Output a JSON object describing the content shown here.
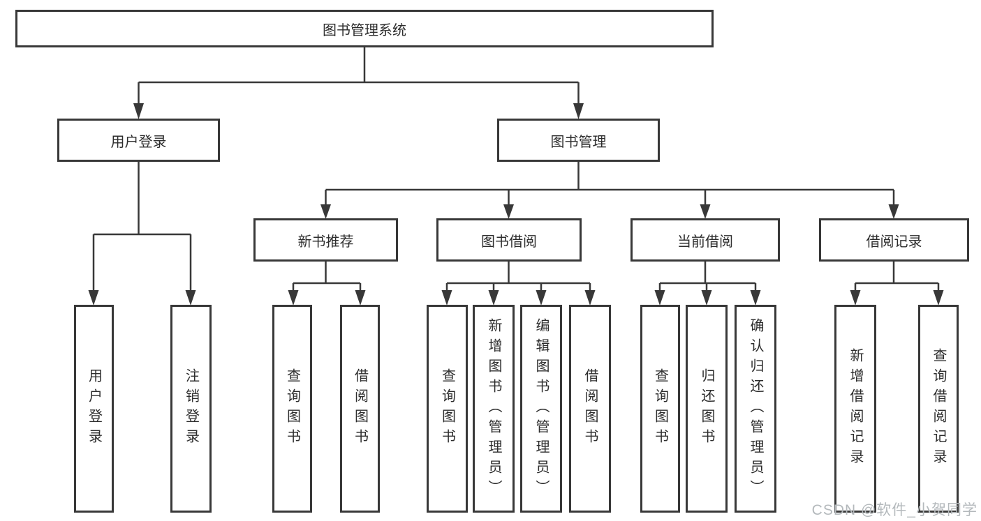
{
  "diagram_title": "图书管理系统",
  "tree": {
    "label": "图书管理系统",
    "children": [
      {
        "label": "用户登录",
        "children": [
          {
            "label": "用户登录"
          },
          {
            "label": "注销登录"
          }
        ]
      },
      {
        "label": "图书管理",
        "children": [
          {
            "label": "新书推荐",
            "children": [
              {
                "label": "查询图书"
              },
              {
                "label": "借阅图书"
              }
            ]
          },
          {
            "label": "图书借阅",
            "children": [
              {
                "label": "查询图书"
              },
              {
                "label": "新增图书（管理员）"
              },
              {
                "label": "编辑图书（管理员）"
              },
              {
                "label": "借阅图书"
              }
            ]
          },
          {
            "label": "当前借阅",
            "children": [
              {
                "label": "查询图书"
              },
              {
                "label": "归还图书"
              },
              {
                "label": "确认归还（管理员）"
              }
            ]
          },
          {
            "label": "借阅记录",
            "children": [
              {
                "label": "新增借阅记录"
              },
              {
                "label": "查询借阅记录"
              }
            ]
          }
        ]
      }
    ]
  },
  "watermark": "CSDN @软件_小贺同学",
  "colors": {
    "line": "#383838",
    "text": "#2d2d2d",
    "watermark": "#b4b9bc",
    "background": "#ffffff"
  }
}
